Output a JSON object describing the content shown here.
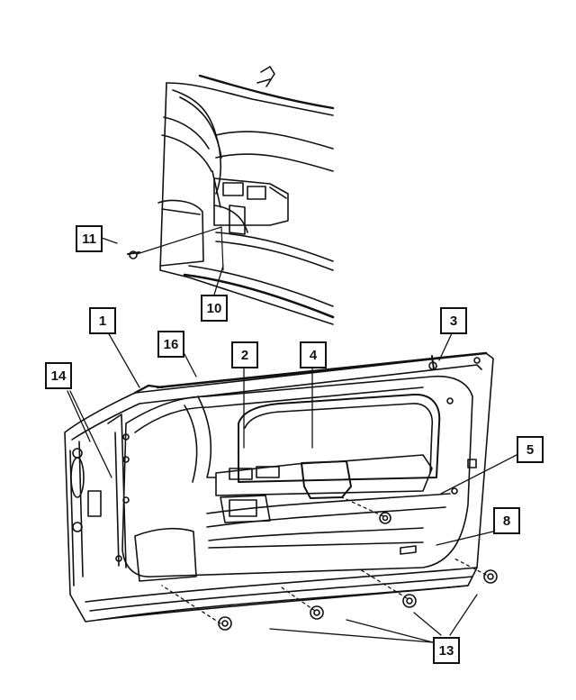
{
  "diagram": {
    "callouts": [
      {
        "id": "c1",
        "label": "1"
      },
      {
        "id": "c2",
        "label": "2"
      },
      {
        "id": "c3",
        "label": "3"
      },
      {
        "id": "c4",
        "label": "4"
      },
      {
        "id": "c5",
        "label": "5"
      },
      {
        "id": "c8",
        "label": "8"
      },
      {
        "id": "c10",
        "label": "10"
      },
      {
        "id": "c11",
        "label": "11"
      },
      {
        "id": "c13",
        "label": "13"
      },
      {
        "id": "c14",
        "label": "14"
      },
      {
        "id": "c16",
        "label": "16"
      }
    ],
    "line_color": "#111111",
    "background": "#ffffff"
  }
}
